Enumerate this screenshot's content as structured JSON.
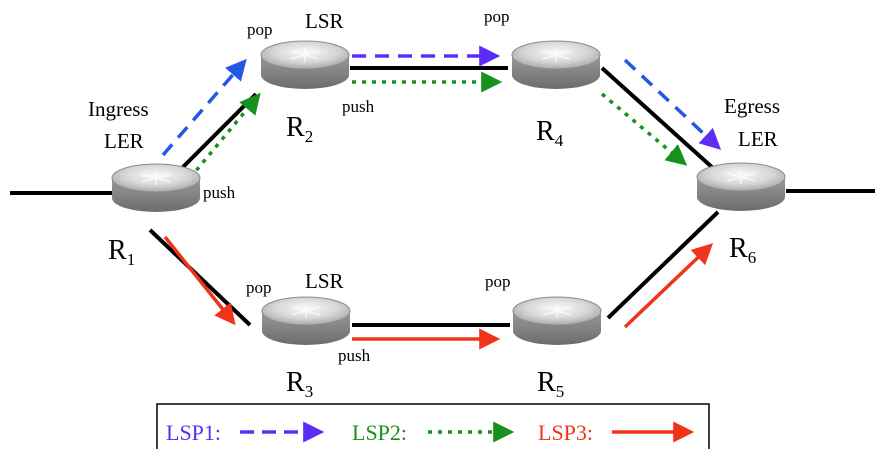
{
  "routers": {
    "r1": {
      "name": "R",
      "sub": "1",
      "role": "Ingress",
      "role2": "LER",
      "push": "push"
    },
    "r2": {
      "name": "R",
      "sub": "2",
      "role": "LSR",
      "pop": "pop",
      "push": "push"
    },
    "r3": {
      "name": "R",
      "sub": "3",
      "role": "LSR",
      "pop": "pop",
      "push": "push"
    },
    "r4": {
      "name": "R",
      "sub": "4",
      "pop": "pop"
    },
    "r5": {
      "name": "R",
      "sub": "5",
      "pop": "pop"
    },
    "r6": {
      "name": "R",
      "sub": "6",
      "role": "Egress",
      "role2": "LER"
    }
  },
  "legend": {
    "lsp1": {
      "label": "LSP1:",
      "color": "#5b2df5"
    },
    "lsp2": {
      "label": "LSP2:",
      "color": "#18901c"
    },
    "lsp3": {
      "label": "LSP3:",
      "color": "#f0341a"
    }
  }
}
